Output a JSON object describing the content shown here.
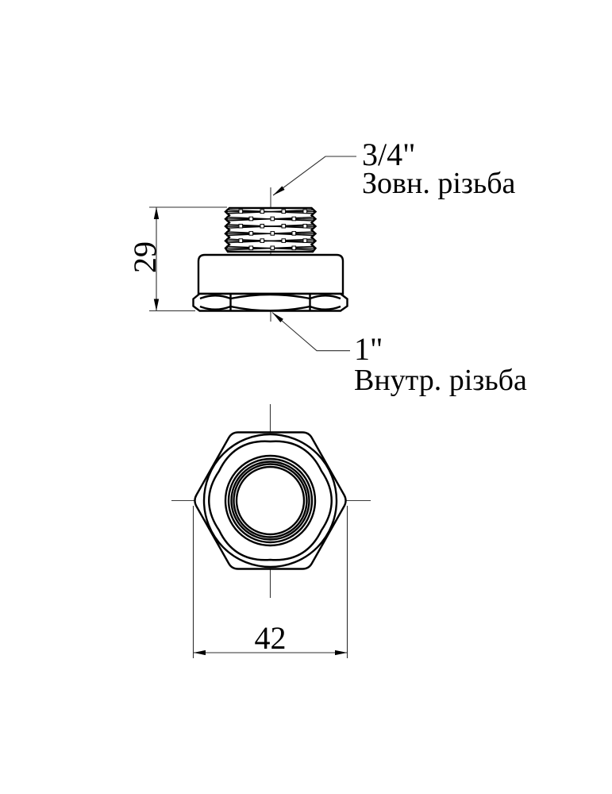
{
  "drawing": {
    "external_thread": {
      "size": "3/4\"",
      "caption": "Зовн. різьба"
    },
    "internal_thread": {
      "size": "1\"",
      "caption": "Внутр. різьба"
    },
    "dimensions": {
      "height_mm": "29",
      "width_mm": "42"
    },
    "colors": {
      "line": "#000000",
      "background": "#ffffff"
    }
  }
}
